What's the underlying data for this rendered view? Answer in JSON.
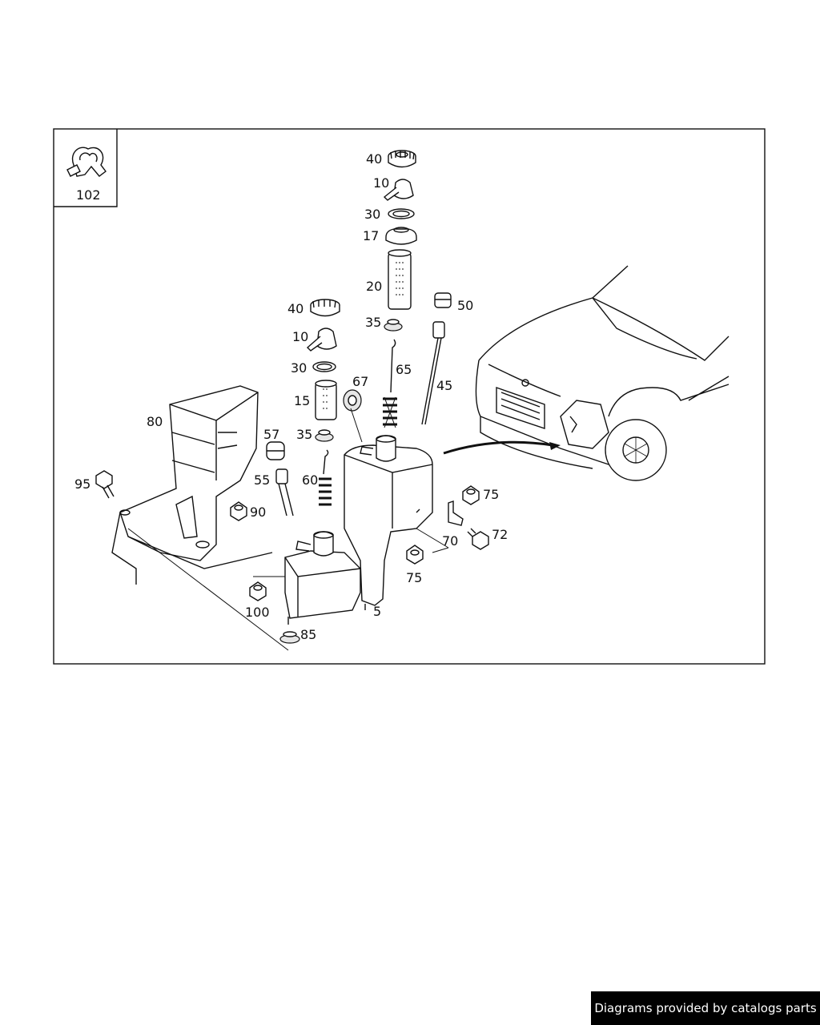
{
  "legend": {
    "part_number": "102"
  },
  "labels": {
    "p40_top": "40",
    "p10_top": "10",
    "p30_top": "30",
    "p17": "17",
    "p20": "20",
    "p35_top": "35",
    "p65": "65",
    "p50": "50",
    "p45": "45",
    "p40_left": "40",
    "p10_left": "10",
    "p30_left": "30",
    "p15": "15",
    "p67": "67",
    "p35_left": "35",
    "p57": "57",
    "p55": "55",
    "p60": "60",
    "p80": "80",
    "p95": "95",
    "p90": "90",
    "p100": "100",
    "p85": "85",
    "p5": "5",
    "p70": "70",
    "p75_right": "75",
    "p72": "72",
    "p75_bottom": "75"
  },
  "credit": "Diagrams provided by catalogs parts"
}
